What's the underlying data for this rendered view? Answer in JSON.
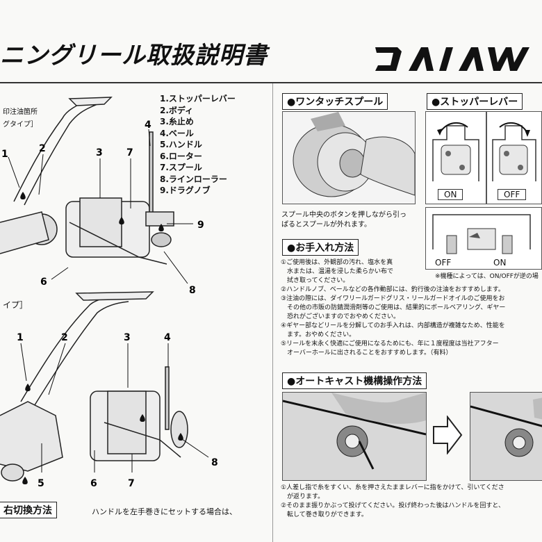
{
  "header": {
    "title": "ニングリール取扱説明書",
    "brand": "DAIWA"
  },
  "left": {
    "oil_note": "印注油箇所",
    "type_a": "グタイプ］",
    "type_b": "イプ］",
    "parts": [
      "1.ストッパーレバー",
      "2.ボディ",
      "3.糸止め",
      "4.ベール",
      "5.ハンドル",
      "6.ローター",
      "7.スプール",
      "8.ラインローラー",
      "9.ドラグノブ"
    ],
    "callouts_a": [
      "1",
      "2",
      "3",
      "7",
      "4",
      "9",
      "6",
      "8"
    ],
    "callouts_b": [
      "1",
      "2",
      "3",
      "4",
      "5",
      "6",
      "7",
      "8"
    ],
    "bottom_heading": "右切換方法",
    "bottom_text": "ハンドルを左手巻きにセットする場合は、"
  },
  "right": {
    "spool": {
      "heading": "●ワンタッチスプール",
      "caption_1": "スプール中央のボタンを押しながら引っ",
      "caption_2": "ぱるとスプールが外れます。"
    },
    "stopper": {
      "heading": "●ストッパーレバー",
      "on": "ON",
      "off": "OFF",
      "off2": "OFF",
      "on2": "ON",
      "note": "※機種によっては、ON/OFFが逆の場"
    },
    "care": {
      "heading": "●お手入れ方法",
      "lines": [
        "①ご使用後は、外観部の汚れ、塩水を真",
        "　水または、温湯を浸した柔らかい布で",
        "　拭き取ってください。",
        "②ハンドルノブ、ベールなどの各作動部には、釣行後の注油をおすすめします。",
        "③注油の際には、ダイワリールガードグリス・リールガードオイルのご使用をお",
        "　その他の市販の防錆潤滑剤等のご使用は、結果的にボールベアリング、ギヤー",
        "　恐れがございますのでおやめください。",
        "④ギヤー部などリールを分解してのお手入れは、内部構造が複雑なため、性能を",
        "　ます。おやめください。",
        "⑤リールを末永く快適にご使用になるためにも、年に１度程度は当社アフター",
        "　オーバーホールに出されることをおすすめします。（有料）"
      ]
    },
    "autocast": {
      "heading": "●オートキャスト機構操作方法",
      "lines": [
        "①人差し指で糸をすくい、糸を押さえたままレバーに指をかけて、引いてくださ",
        "　が返ります。",
        "②そのまま振りかぶって投げてください。投げ終わった後はハンドルを回すと、",
        "　転して巻き取りができます。"
      ]
    }
  }
}
